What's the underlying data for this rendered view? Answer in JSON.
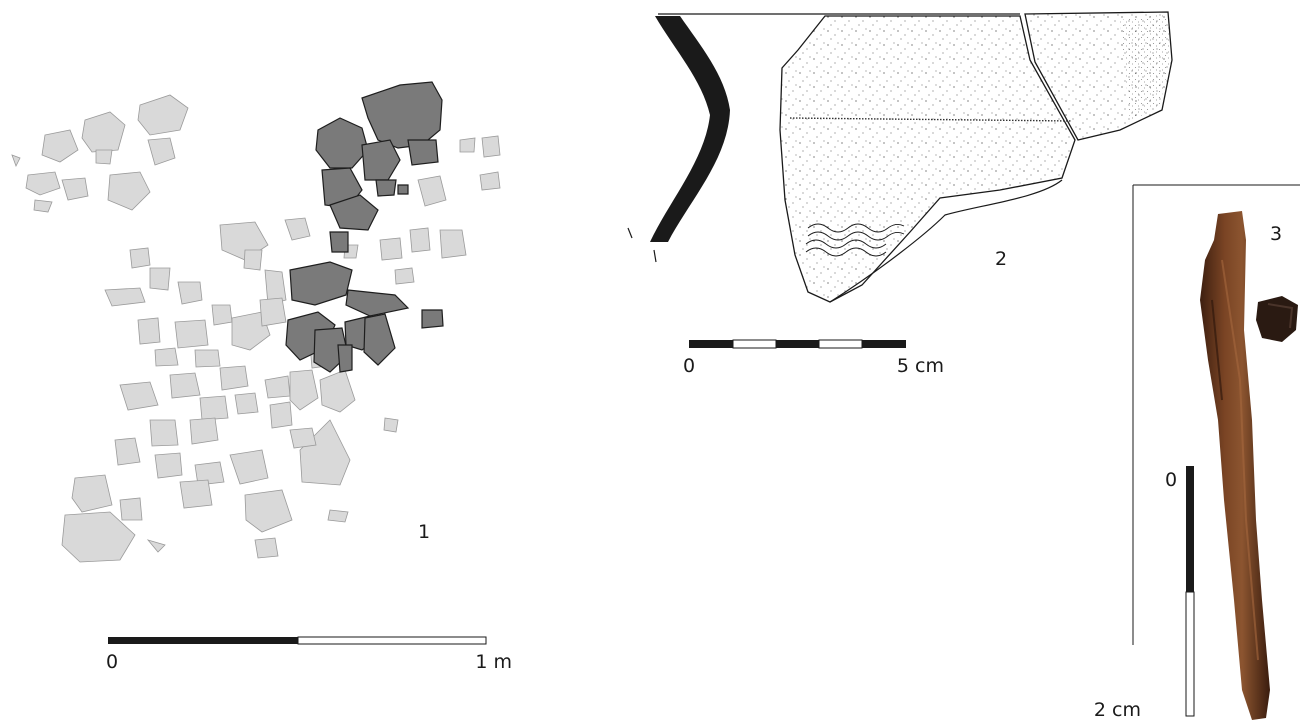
{
  "figures": [
    {
      "number": "1",
      "scale": {
        "start": "0",
        "end": "1 m"
      }
    },
    {
      "number": "2",
      "scale": {
        "start": "0",
        "end": "5 cm"
      }
    },
    {
      "number": "3",
      "scale": {
        "start": "0",
        "end": "2 cm"
      }
    }
  ],
  "colors": {
    "stone_light": "#d9d9d9",
    "stone_dark": "#7a7a7a",
    "profile": "#1a1a1a",
    "iron": "#6b3a1f"
  }
}
